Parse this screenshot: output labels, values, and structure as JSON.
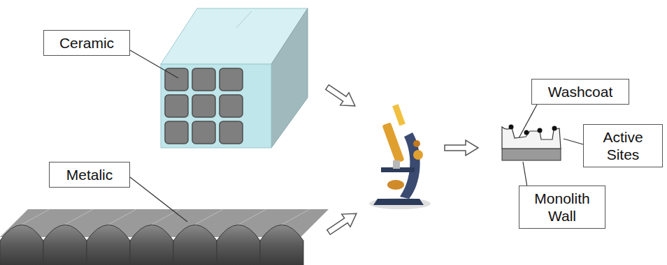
{
  "diagram": {
    "nodes": [
      {
        "text": [
          "Ceramic"
        ]
      },
      {
        "text": [
          "Metalic"
        ]
      },
      {
        "text": [
          "Washcoat"
        ]
      },
      {
        "text": [
          "Active Sites"
        ]
      },
      {
        "text": [
          "Monolith Wall"
        ]
      }
    ]
  }
}
